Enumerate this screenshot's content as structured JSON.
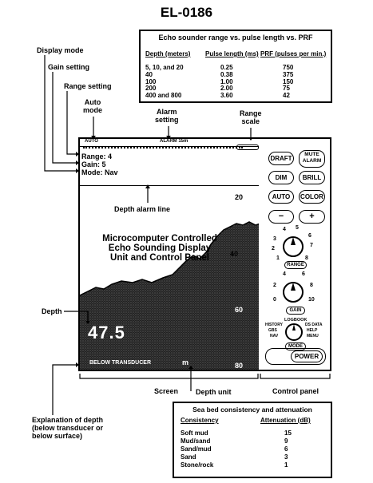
{
  "title": "EL-0186",
  "labels": {
    "display_mode": "Display mode",
    "gain_setting": "Gain setting",
    "range_setting": "Range setting",
    "auto_mode": "Auto\nmode",
    "alarm_setting": "Alarm\nsetting",
    "range_scale": "Range\nscale",
    "depth_alarm_line": "Depth alarm line",
    "depth": "Depth",
    "screen": "Screen",
    "depth_unit": "Depth unit",
    "control_panel": "Control panel",
    "explanation": "Explanation of depth\n(below transducer or\nbelow surface)"
  },
  "prf_table": {
    "title": "Echo sounder range vs. pulse length vs. PRF",
    "headers": [
      "Depth (meters)",
      "Pulse length (ms)",
      "PRF (pulses per min.)"
    ],
    "rows": [
      [
        "5, 10, and 20",
        "0.25",
        "750"
      ],
      [
        "40",
        "0.38",
        "375"
      ],
      [
        "100",
        "1.00",
        "150"
      ],
      [
        "200",
        "2.00",
        "75"
      ],
      [
        "400 and 800",
        "3.60",
        "42"
      ]
    ]
  },
  "seabed_table": {
    "title": "Sea bed consistency and attenuation",
    "headers": [
      "Consistency",
      "Attenuation (dB)"
    ],
    "rows": [
      [
        "Soft mud",
        "15"
      ],
      [
        "Mud/sand",
        "9"
      ],
      [
        "Sand/mud",
        "6"
      ],
      [
        "Sand",
        "3"
      ],
      [
        "Stone/rock",
        "1"
      ]
    ]
  },
  "screen": {
    "auto": "AUTO",
    "alarm": "ALARM 15m",
    "range": "Range: 4",
    "gain": "Gain: 5",
    "mode": "Mode: Nav",
    "caption": "Microcomputer Controlled\nEcho Sounding Display\nUnit and Control Panel",
    "depth_value": "47.5",
    "below": "BELOW TRANSDUCER",
    "unit": "m",
    "scale": [
      "20",
      "40",
      "60",
      "80"
    ]
  },
  "panel": {
    "draft": "DRAFT",
    "mute_alarm": "MUTE\nALARM",
    "dim": "DIM",
    "brill": "BRILL",
    "auto": "AUTO",
    "color": "COLOR",
    "minus": "−",
    "plus": "+",
    "range_knob": [
      "4",
      "5",
      "6",
      "3",
      "7",
      "2",
      "1",
      "8"
    ],
    "range": "RANGE",
    "gain_knob": [
      "4",
      "6",
      "2",
      "8",
      "0",
      "10"
    ],
    "gain": "GAIN",
    "logbook": "LOGBOOK",
    "mode_opts": [
      "HISTORY",
      "DS DATA",
      "GBS",
      "HELP",
      "NAV",
      "MENU"
    ],
    "mode": "MODE",
    "power": "POWER"
  }
}
